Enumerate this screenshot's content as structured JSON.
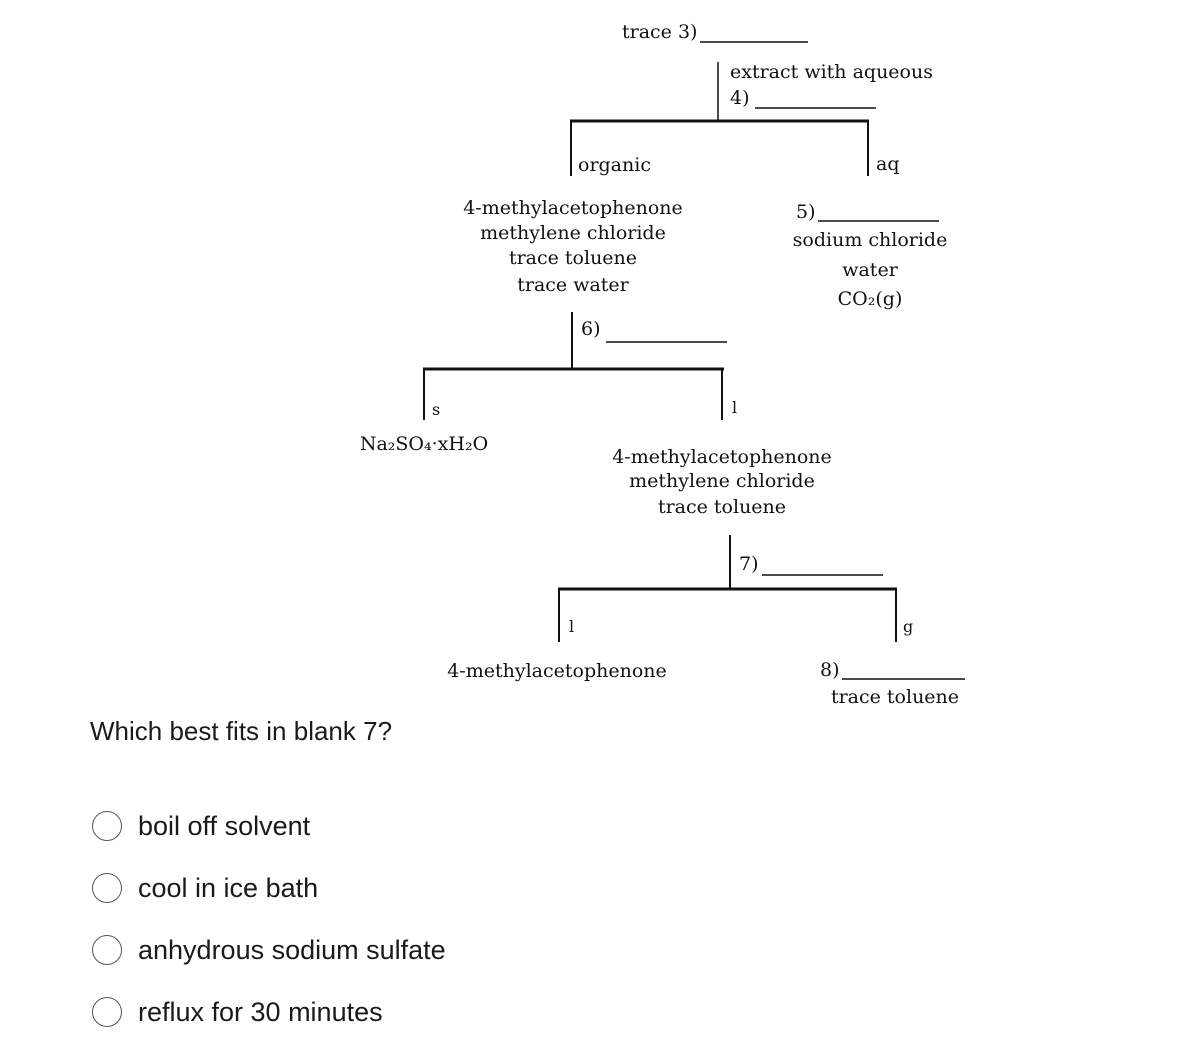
{
  "diagram": {
    "top": {
      "label": "trace 3)"
    },
    "step4": {
      "line1": "extract with aqueous",
      "line2": "4)"
    },
    "organic_branch": {
      "label": "organic",
      "contents": [
        "4-methylacetophenone",
        "methylene chloride",
        "trace toluene",
        "trace water"
      ]
    },
    "aq_branch": {
      "label": "aq",
      "blank": "5)",
      "contents": [
        "sodium chloride",
        "water",
        "CO₂(g)"
      ]
    },
    "step6": {
      "blank": "6)"
    },
    "s_branch": {
      "label": "s",
      "content": "Na₂SO₄·xH₂O"
    },
    "l_branch": {
      "label": "l",
      "contents": [
        "4-methylacetophenone",
        "methylene chloride",
        "trace toluene"
      ]
    },
    "step7": {
      "blank": "7)"
    },
    "l2_branch": {
      "label": "l",
      "content": "4-methylacetophenone"
    },
    "g_branch": {
      "label": "g",
      "blank": "8)",
      "content": "trace toluene"
    }
  },
  "question": {
    "text": "Which best fits in blank 7?",
    "options": [
      "boil off solvent",
      "cool in ice bath",
      "anhydrous sodium sulfate",
      "reflux for 30 minutes"
    ]
  }
}
